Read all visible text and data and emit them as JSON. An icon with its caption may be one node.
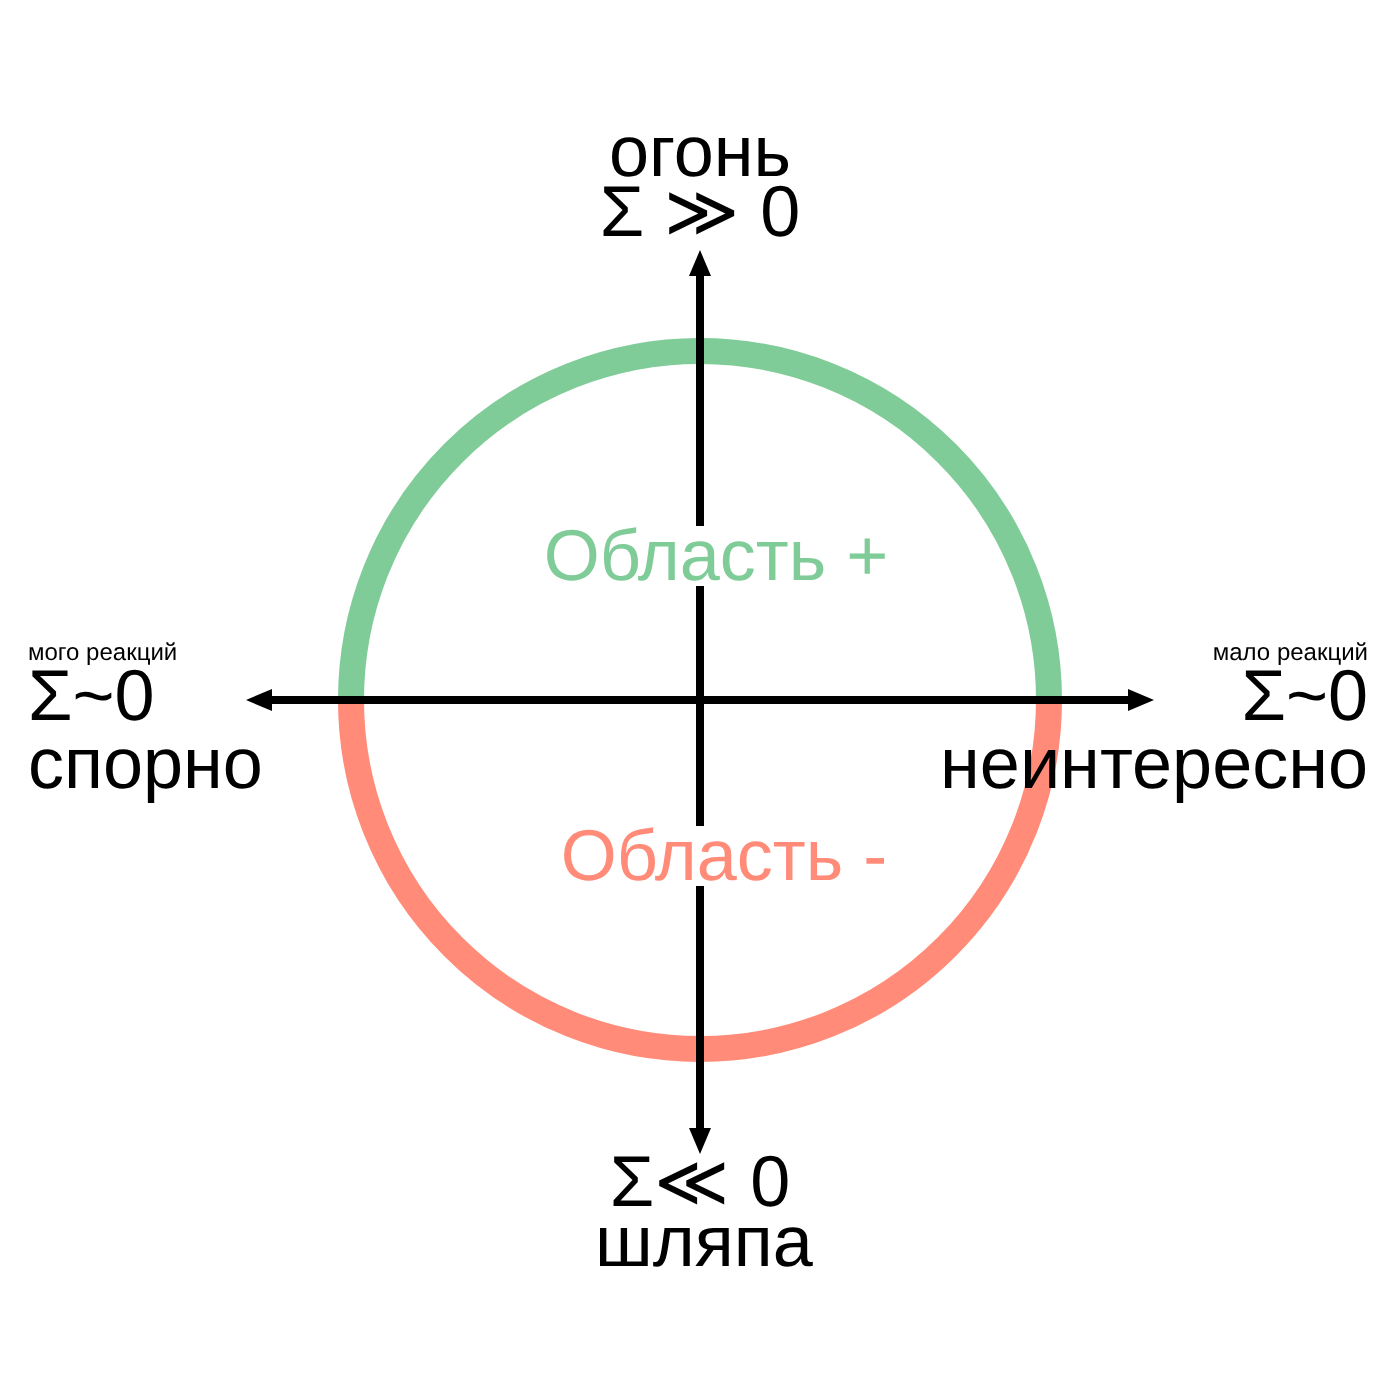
{
  "diagram": {
    "nodes": [
      {
        "text": [
          "Область +",
          "Область -"
        ]
      }
    ],
    "labels": [
      "огонь",
      "Σ ≫ 0",
      "мого реакций",
      "мало реакций",
      "Σ~0",
      "Σ~0",
      "спорно",
      "неинтересно",
      "Σ≪ 0",
      "шляпа"
    ]
  }
}
